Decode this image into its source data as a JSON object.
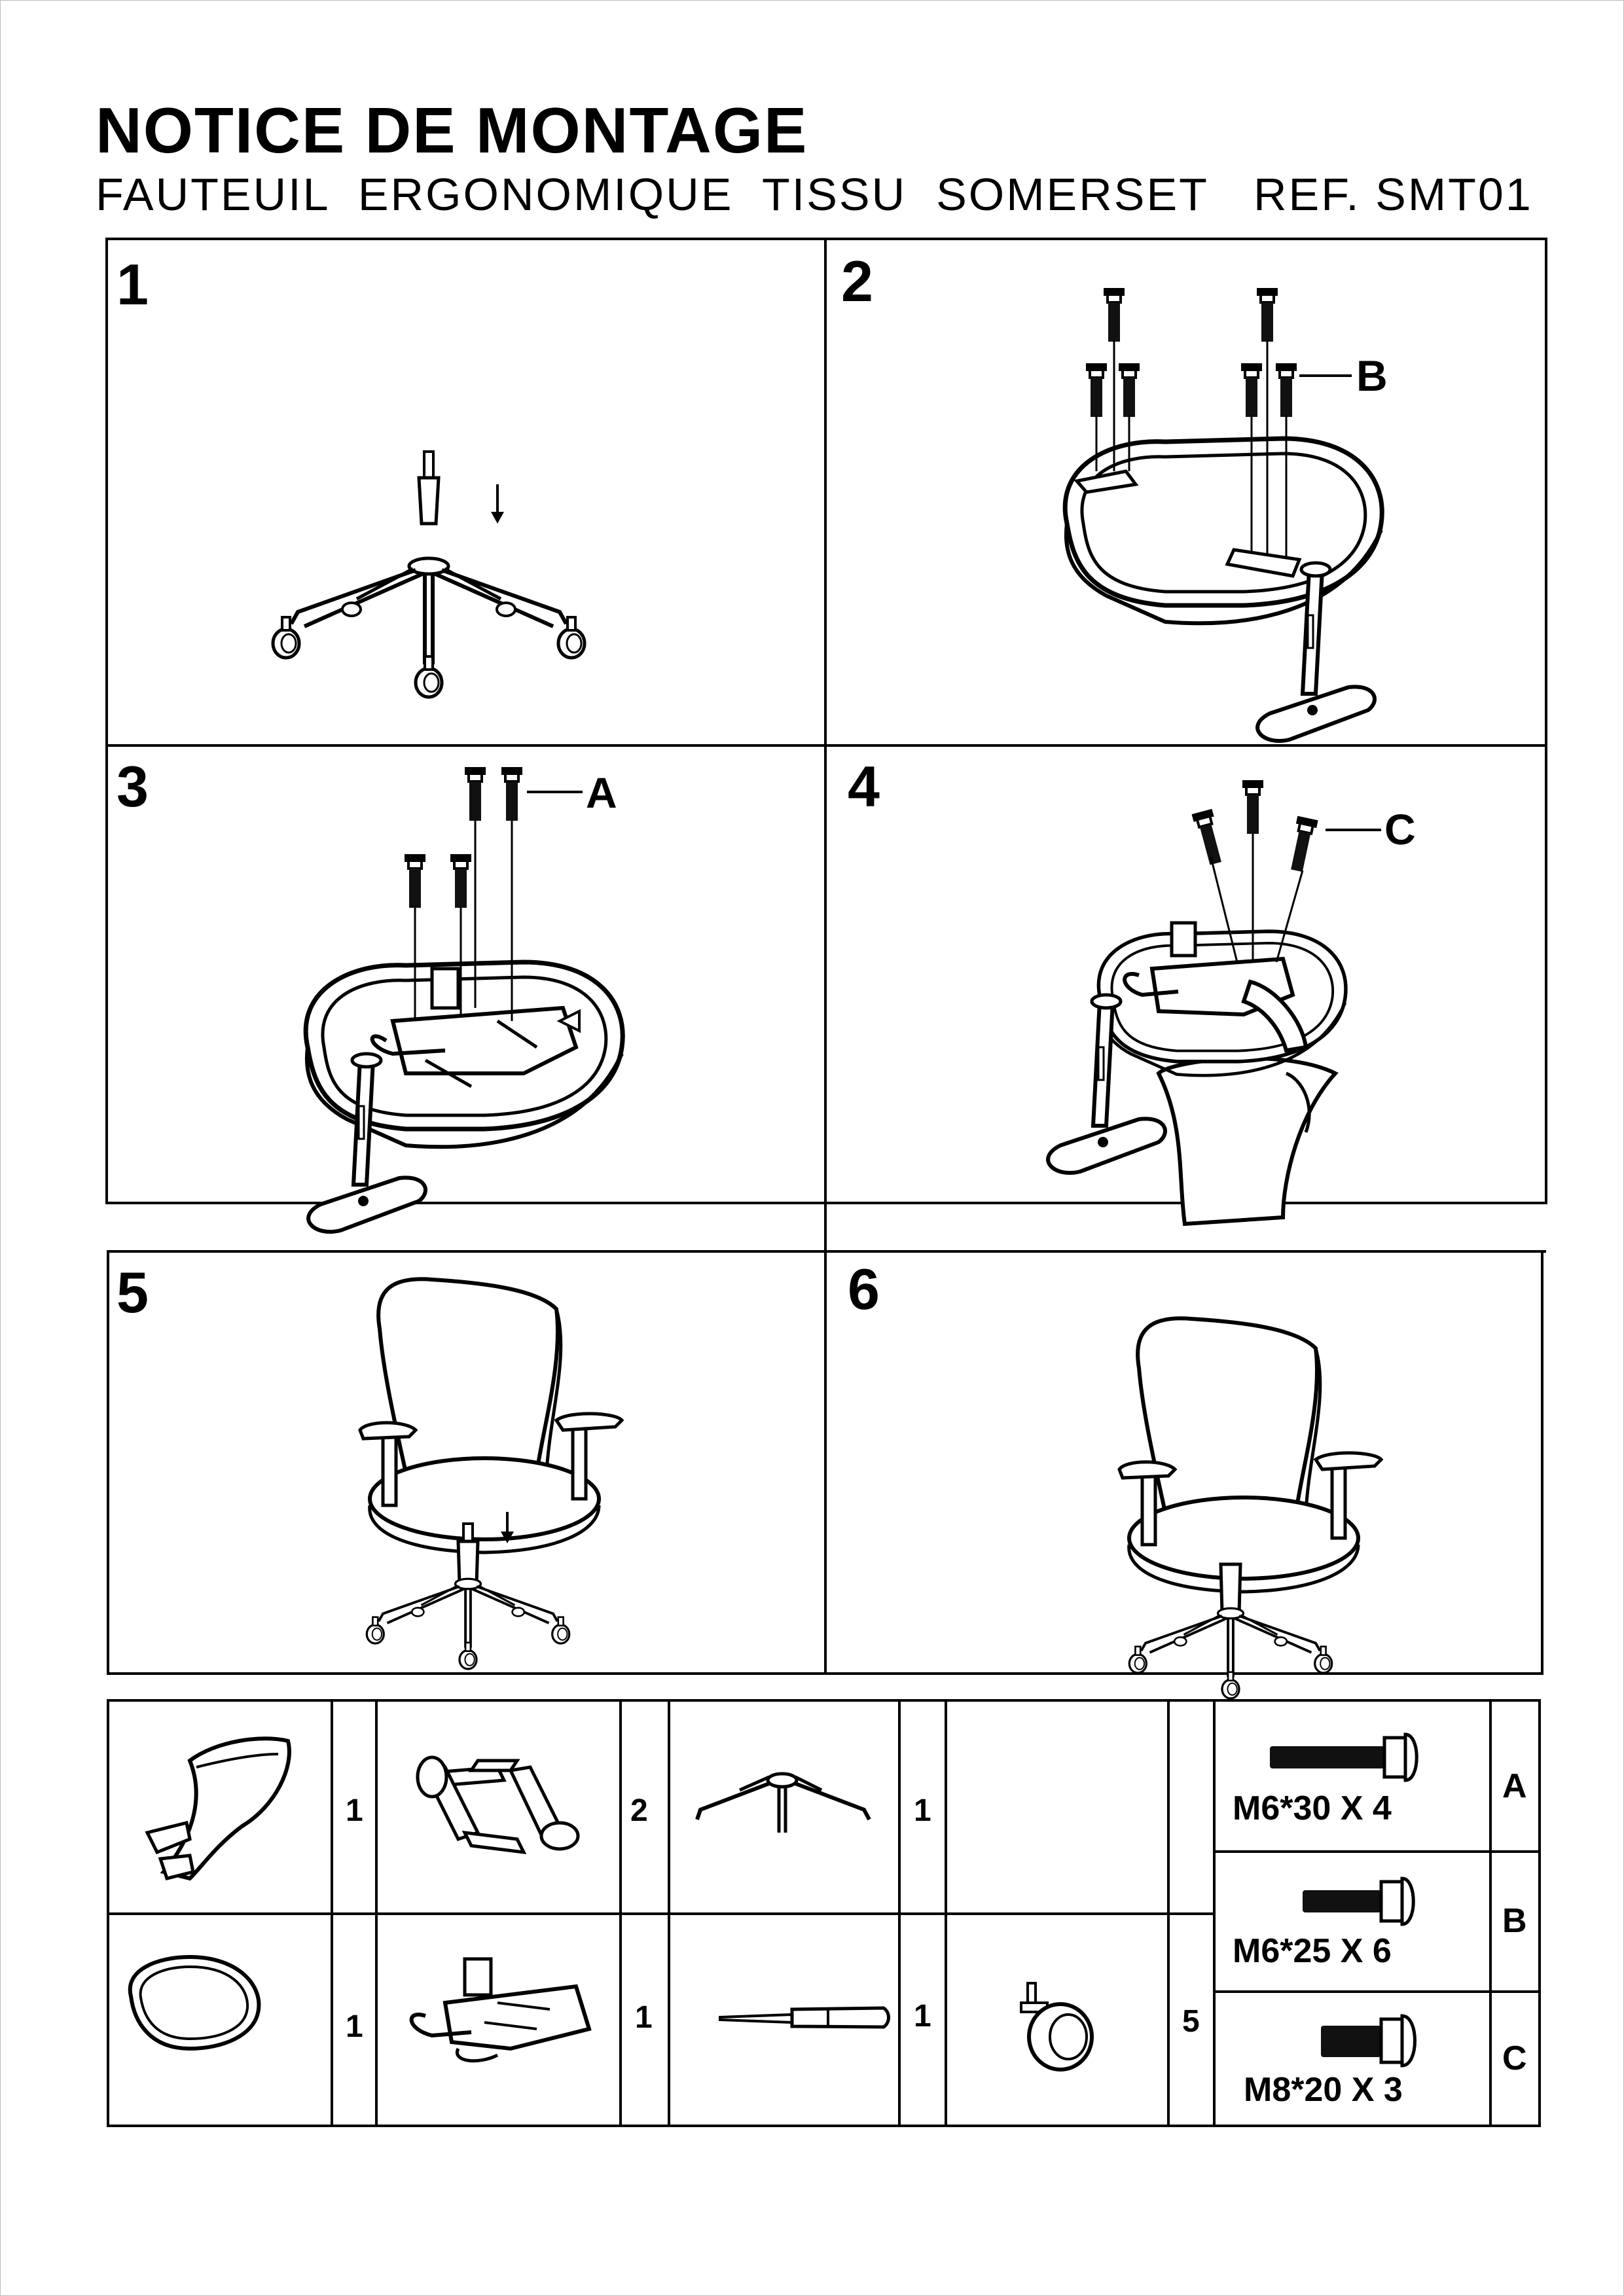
{
  "header": {
    "title": "NOTICE DE MONTAGE",
    "subtitle": "FAUTEUIL  ERGONOMIQUE  TISSU  SOMERSET",
    "ref": "REF. SMT01"
  },
  "steps": [
    {
      "number": "1"
    },
    {
      "number": "2",
      "callout": "B"
    },
    {
      "number": "3",
      "callout": "A"
    },
    {
      "number": "4",
      "callout": "C"
    },
    {
      "number": "5"
    },
    {
      "number": "6"
    }
  ],
  "parts": {
    "backrest_qty": "1",
    "armrests_qty": "2",
    "base_qty": "1",
    "seat_qty": "1",
    "mechanism_qty": "1",
    "gas_lift_qty": "1",
    "casters_qty": "5"
  },
  "screws": [
    {
      "label": "A",
      "spec": "M6*30  X 4"
    },
    {
      "label": "B",
      "spec": "M6*25  X 6"
    },
    {
      "label": "C",
      "spec": "M8*20  X 3"
    }
  ]
}
